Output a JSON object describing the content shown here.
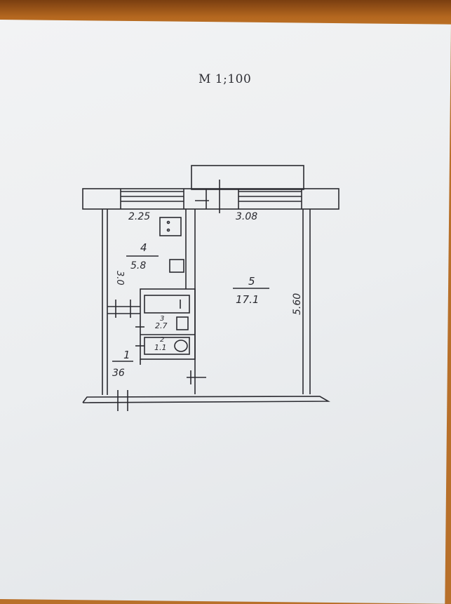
{
  "scale": "M  1;100",
  "rooms": [
    {
      "number": "1",
      "area": "36"
    },
    {
      "number": "2",
      "area": "1.1"
    },
    {
      "number": "3",
      "area": "2.7"
    },
    {
      "number": "4",
      "area": "5.8"
    },
    {
      "number": "5",
      "area": "17.1"
    }
  ],
  "dimensions": {
    "kitchen_width": "2.25",
    "room_width": "3.08",
    "kitchen_length": "3.0",
    "room_length": "5.60"
  },
  "colors": {
    "paper": "#eceef0",
    "ink": "#2a2a30",
    "table": "#b8702a"
  }
}
